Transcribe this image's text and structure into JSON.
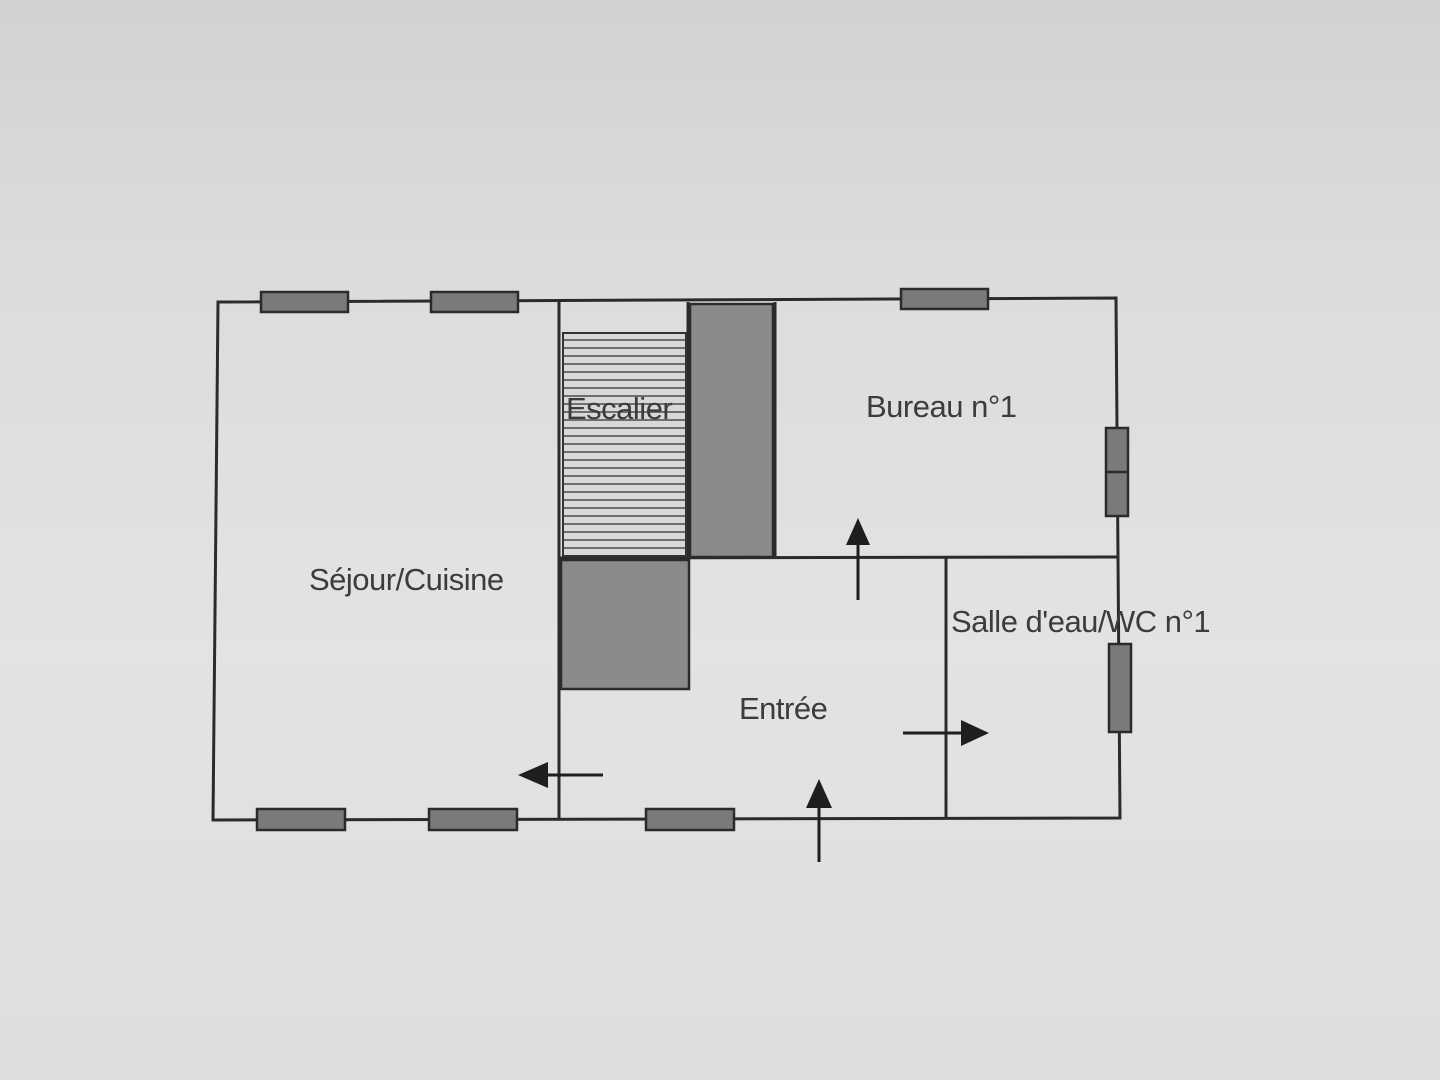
{
  "plan": {
    "rooms": [
      {
        "id": "sejour",
        "label": "Séjour/Cuisine"
      },
      {
        "id": "escalier",
        "label": "Escalier"
      },
      {
        "id": "bureau",
        "label": "Bureau n°1"
      },
      {
        "id": "salle-eau",
        "label": "Salle d'eau/WC n°1"
      },
      {
        "id": "entree",
        "label": "Entrée"
      }
    ],
    "colors": {
      "wall": "#2b2b2b",
      "window_fill": "#7a7a7a",
      "shaded_fill": "#8a8a8a",
      "paper": "#dedede",
      "text": "#3c3c3c"
    }
  }
}
